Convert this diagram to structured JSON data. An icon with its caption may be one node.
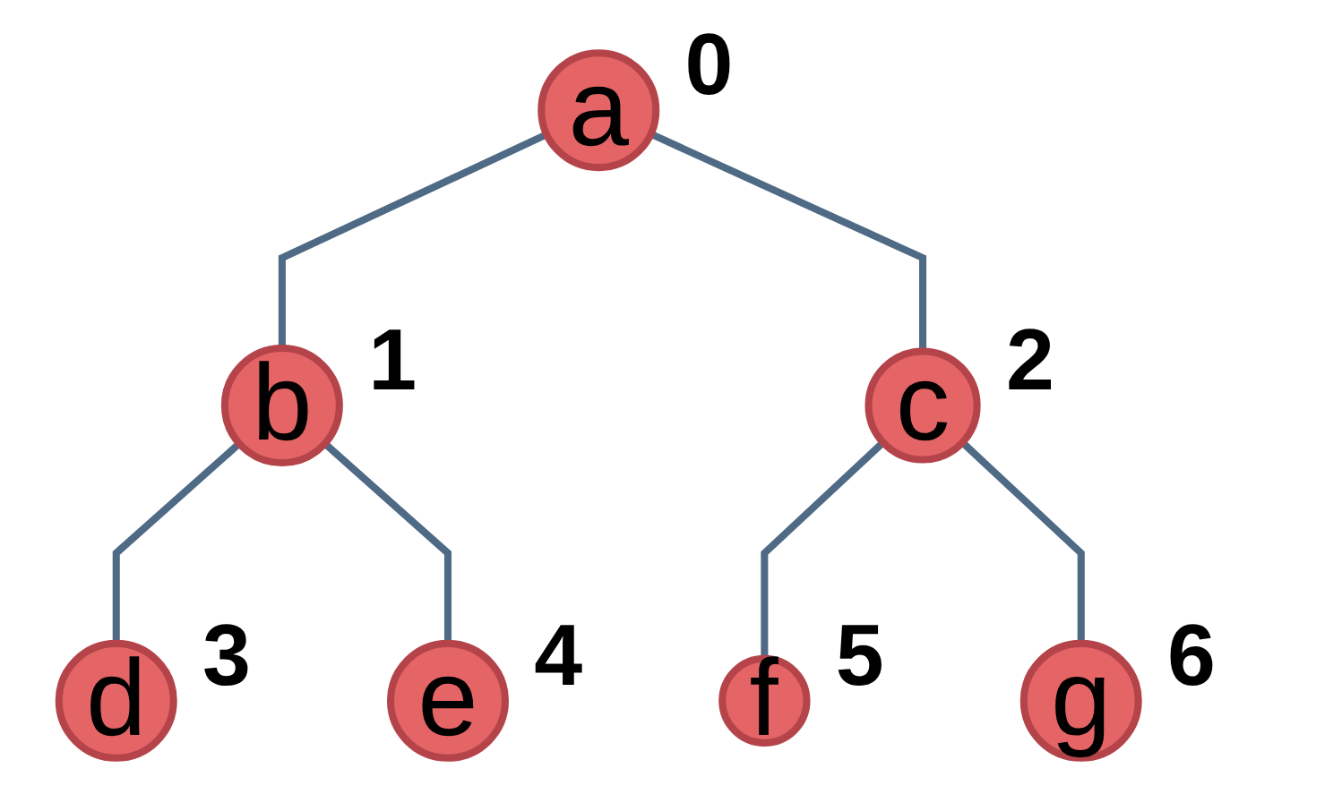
{
  "diagram": {
    "nodes": [
      {
        "text": [
          "a"
        ],
        "beside": [
          "0"
        ]
      },
      {
        "text": [
          "b"
        ],
        "beside": [
          "1"
        ]
      },
      {
        "text": [
          "c"
        ],
        "beside": [
          "2"
        ]
      },
      {
        "text": [
          "d"
        ],
        "beside": [
          "3"
        ]
      },
      {
        "text": [
          "e"
        ],
        "beside": [
          "4"
        ]
      },
      {
        "text": [
          "f"
        ],
        "beside": [
          "5"
        ]
      },
      {
        "text": [
          "g"
        ],
        "beside": [
          "6"
        ]
      }
    ],
    "edges": [
      {
        "from": 0,
        "to": 1,
        "arrow": "none"
      },
      {
        "from": 0,
        "to": 2,
        "arrow": "none"
      },
      {
        "from": 1,
        "to": 3,
        "arrow": "none"
      },
      {
        "from": 1,
        "to": 4,
        "arrow": "none"
      },
      {
        "from": 2,
        "to": 5,
        "arrow": "none"
      },
      {
        "from": 2,
        "to": 6,
        "arrow": "none"
      }
    ]
  }
}
